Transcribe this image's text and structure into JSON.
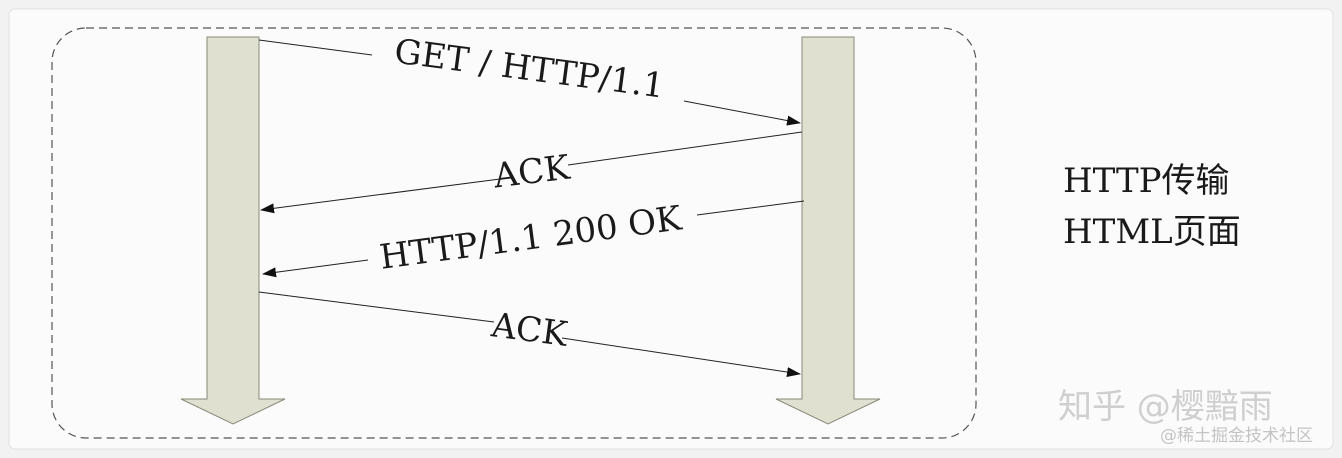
{
  "messages": [
    {
      "label": "GET / HTTP/1.1",
      "direction": "client-to-server"
    },
    {
      "label": "ACK",
      "direction": "server-to-client"
    },
    {
      "label": "HTTP/1.1 200 OK",
      "direction": "server-to-client"
    },
    {
      "label": "ACK",
      "direction": "client-to-server"
    }
  ],
  "side_note": {
    "line1": "HTTP传输",
    "line2": "HTML页面"
  },
  "watermark": {
    "main": "知乎 @樱黯雨",
    "sub": "@稀土掘金技术社区"
  },
  "colors": {
    "background": "#f2f2f2",
    "panel": "#fbfbfb",
    "lifeline_fill": "#dfe0cf",
    "lifeline_stroke": "#8a8a7a",
    "line": "#222222",
    "dashed_border": "#555555",
    "watermark": "#c9c9c9"
  }
}
